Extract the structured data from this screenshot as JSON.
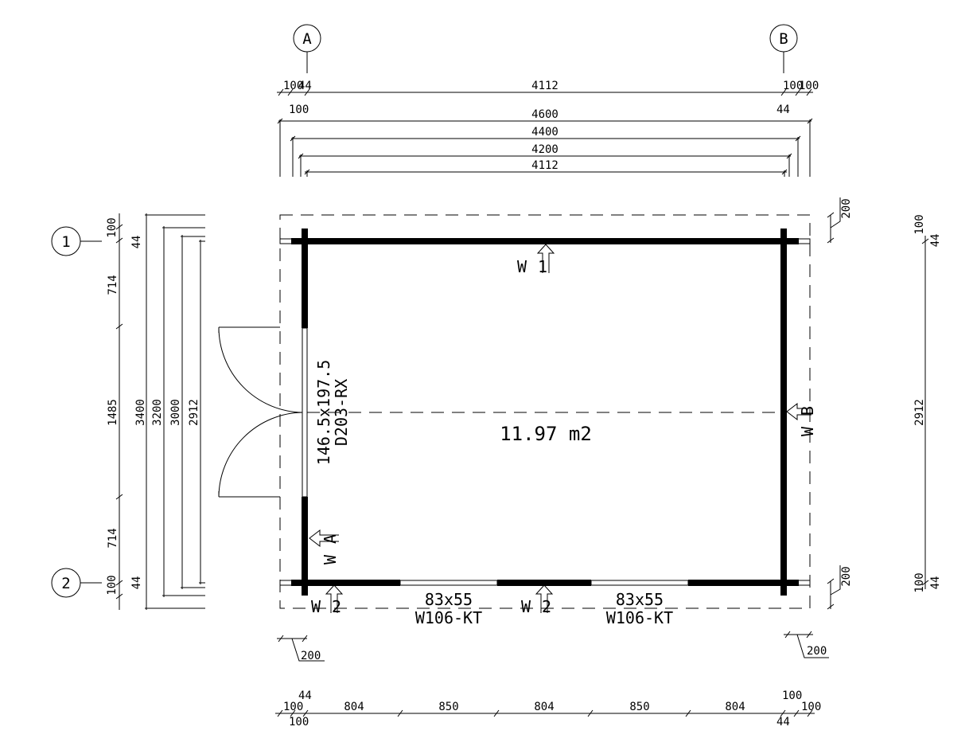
{
  "grid": {
    "A": "A",
    "B": "B",
    "r1": "1",
    "r2": "2"
  },
  "area": "11.97 m2",
  "walls": {
    "w1": "W1",
    "w2": "W2",
    "w2b": "W2",
    "wa": "WA",
    "wb": "WB"
  },
  "door": {
    "size": "146.5x197.5",
    "code": "D203-RX"
  },
  "windows": [
    {
      "size": "83x55",
      "code": "W106-KT"
    },
    {
      "size": "83x55",
      "code": "W106-KT"
    }
  ],
  "dims_top": {
    "r1_a": "100",
    "r1_b": "44",
    "r1_c": "4112",
    "r1_d": "100",
    "r1_e": "100",
    "r2_a": "100",
    "r2_b": "44",
    "l4600": "4600",
    "l4400": "4400",
    "l4200": "4200",
    "l4112": "4112"
  },
  "dims_left": {
    "a100": "100",
    "a44": "44",
    "a714": "714",
    "a1485": "1485",
    "a714b": "714",
    "a44b": "44",
    "a100b": "100",
    "l3400": "3400",
    "l3200": "3200",
    "l3000": "3000",
    "l2912": "2912"
  },
  "dims_right": {
    "t100": "100",
    "t44": "44",
    "l2912": "2912",
    "b100": "100",
    "b44": "44"
  },
  "dims_bottom": {
    "t44": "44",
    "a100": "100",
    "s1": "804",
    "s2": "850",
    "s3": "804",
    "s4": "850",
    "s5": "804",
    "t100r": "100",
    "a100r": "100",
    "b100l": "100",
    "b44r": "44"
  },
  "overhang": {
    "tr": "200",
    "br": "200",
    "bl": "200",
    "brr": "200"
  }
}
